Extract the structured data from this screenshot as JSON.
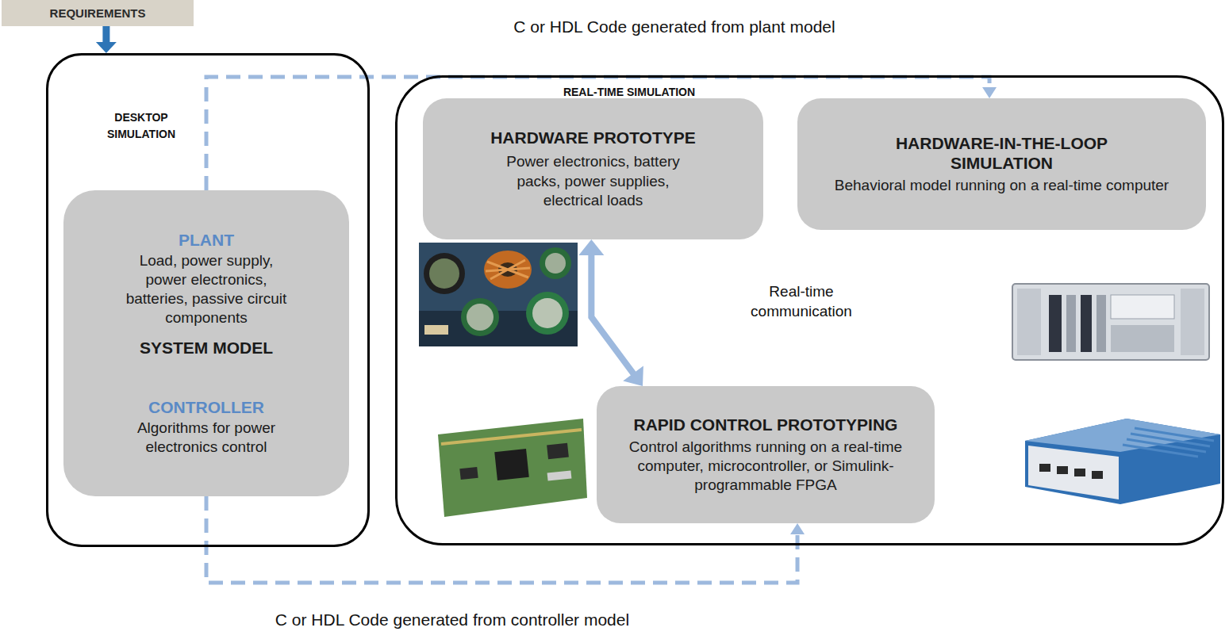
{
  "diagram": {
    "nodes": [
      {
        "text": [
          "REQUIREMENTS"
        ]
      },
      {
        "text": [
          "DESKTOP SIMULATION"
        ]
      },
      {
        "text": [
          "PLANT",
          "Load, power supply, power electronics, batteries, passive circuit components",
          "SYSTEM MODEL",
          "CONTROLLER",
          "Algorithms for power electronics control"
        ],
        "in": 1
      },
      {
        "text": [
          "REAL-TIME SIMULATION"
        ]
      },
      {
        "text": [
          "HARDWARE PROTOTYPE",
          "Power electronics, battery packs, power supplies, electrical loads"
        ],
        "in": 3
      },
      {
        "text": [
          "HARDWARE-IN-THE-LOOP SIMULATION",
          "Behavioral model running on a real-time computer"
        ],
        "in": 3
      },
      {
        "text": [
          "RAPID CONTROL PROTOTYPING",
          "Control algorithms running on a real-time computer, microcontroller, or Simulink-programmable FPGA"
        ],
        "in": 3
      }
    ],
    "edges": [
      {
        "from": 0,
        "to": 1,
        "arrow": "to"
      },
      {
        "from": 2,
        "to": 5,
        "arrow": "to",
        "label": "C or HDL Code generated from plant model"
      },
      {
        "from": 2,
        "to": 6,
        "arrow": "to",
        "label": "C or HDL Code generated from controller model"
      },
      {
        "from": 4,
        "to": 6,
        "arrow": "both",
        "label": "Real-time communication"
      }
    ]
  }
}
